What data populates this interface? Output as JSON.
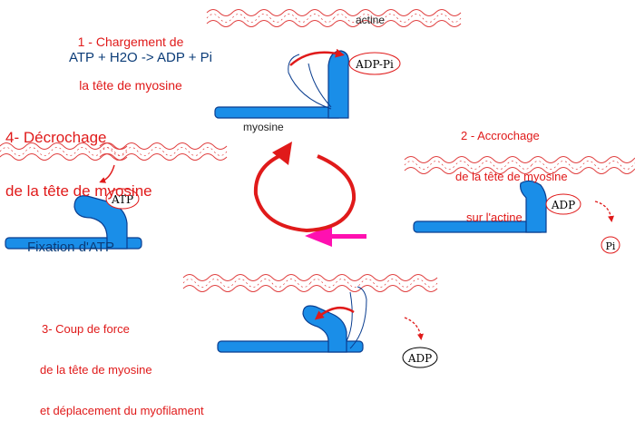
{
  "steps": {
    "s1": [
      "1 - Chargement de",
      "la tête de myosine"
    ],
    "s2": [
      "2 - Accrochage",
      "de la tête de myosine",
      "sur l'actine"
    ],
    "s3": [
      "3- Coup de force",
      "de la tête de myosine",
      "et déplacement du myofilament"
    ],
    "s4": [
      "4- Décrochage",
      "de la tête de myosine"
    ]
  },
  "labels": {
    "equation": "ATP + H2O -> ADP + Pi",
    "actine": "actine",
    "myosine": "myosine",
    "fixation": "Fixation d'ATP"
  },
  "molecules": {
    "adp_pi": "ADP-Pi",
    "atp": "ATP",
    "adp_2": "ADP",
    "pi": "Pi",
    "adp_3": "ADP"
  },
  "colors": {
    "myosin": "#1a8ee8",
    "actin": "#e04040",
    "label_red": "#e01a1a",
    "label_navy": "#0b3c78",
    "motion_arrow": "#ff10b0"
  }
}
